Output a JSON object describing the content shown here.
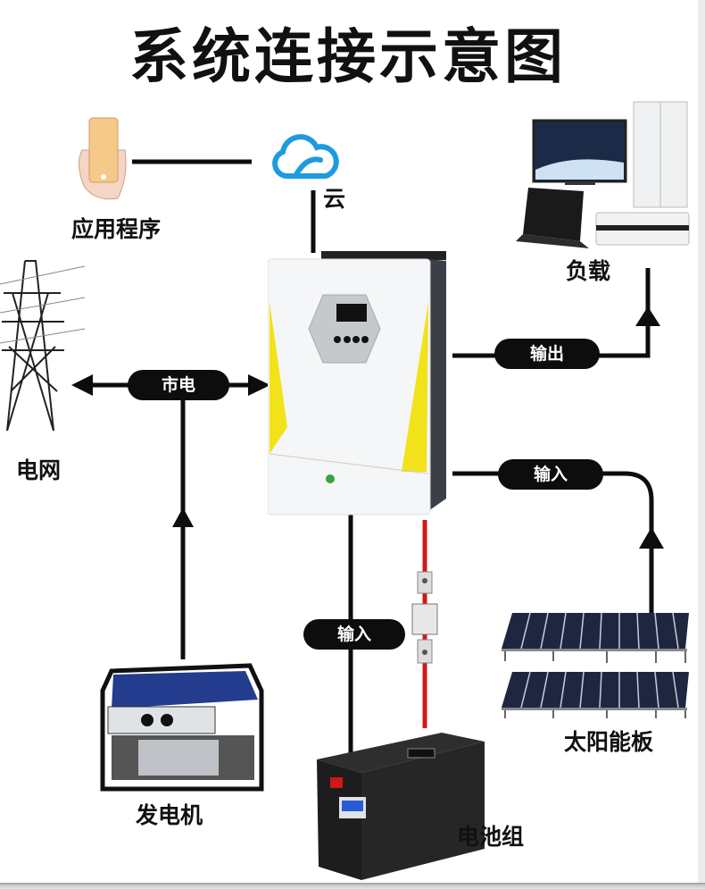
{
  "title": "系统连接示意图",
  "nodes": {
    "app": {
      "label": "应用程序",
      "icon": "phone-in-hand-icon"
    },
    "cloud": {
      "label": "云",
      "icon": "cloud-icon",
      "color": "#1e9be0"
    },
    "load": {
      "label": "负载",
      "icon": "appliances-icon"
    },
    "grid": {
      "label": "电网",
      "icon": "power-tower-icon"
    },
    "generator": {
      "label": "发电机",
      "icon": "generator-icon"
    },
    "battery": {
      "label": "电池组",
      "icon": "battery-pack-icon"
    },
    "solar": {
      "label": "太阳能板",
      "icon": "solar-panel-icon"
    },
    "inverter": {
      "icon": "inverter-icon",
      "accent": "#f2e21a"
    }
  },
  "connections": {
    "mains": {
      "label": "市电",
      "direction": "bidirectional"
    },
    "output": {
      "label": "输出",
      "direction": "to-load"
    },
    "solar_input": {
      "label": "输入",
      "direction": "to-inverter"
    },
    "battery_input": {
      "label": "输入",
      "direction": "to-inverter"
    }
  },
  "colors": {
    "line": "#0d0d0d",
    "battery_cable": "#d01818"
  }
}
